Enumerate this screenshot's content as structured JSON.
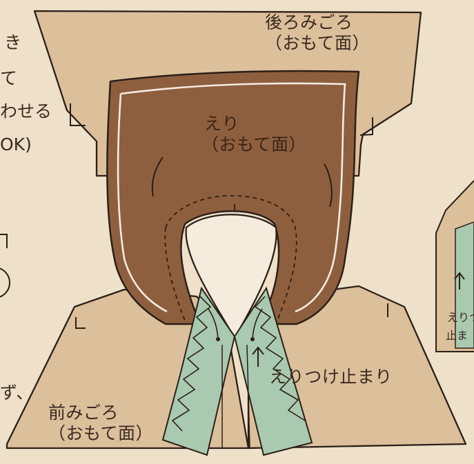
{
  "labels": {
    "back_bodice": "後ろみごろ",
    "back_bodice_side": "（おもて面）",
    "collar": "えり",
    "collar_side": "（おもて面）",
    "front_bodice": "前みごろ",
    "front_bodice_side": "（おもて面）",
    "collar_stop": "えりつけ止まり"
  },
  "left_edge_text": {
    "line1": "き",
    "line2": "て",
    "line3": "わせる",
    "line4": "OK)",
    "line5": "ず、"
  },
  "right_edge_text": {
    "line1": "えりつ",
    "line2": "止ま"
  },
  "colors": {
    "paper": "#efe0c9",
    "bodice": "#dcbf9b",
    "collar": "#8e5f3f",
    "seam_tape": "#a9c9b0",
    "outline": "#2b1f18"
  }
}
